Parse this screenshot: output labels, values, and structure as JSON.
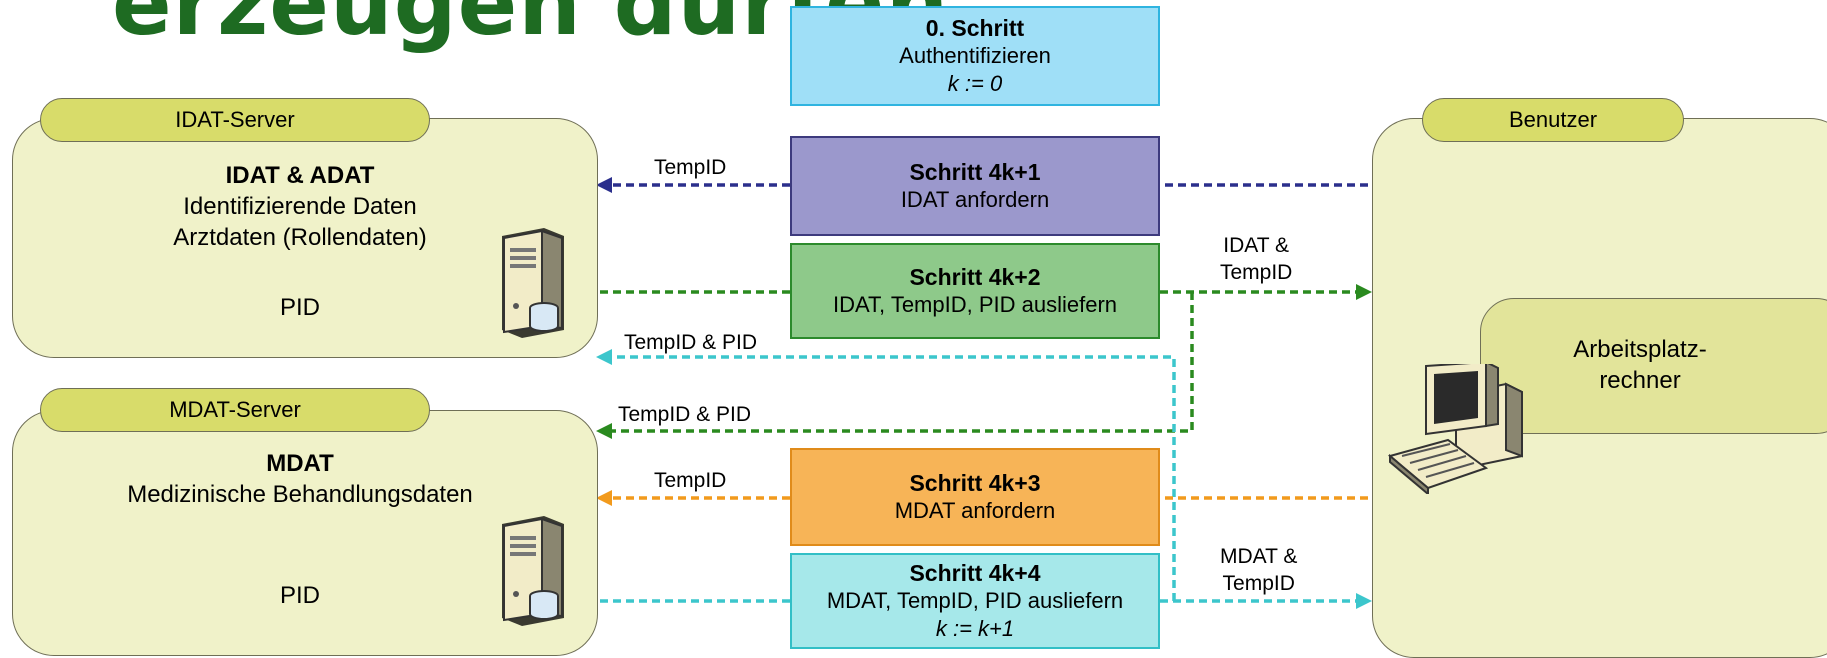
{
  "title": "erzeugen dürfen",
  "idat_server": {
    "tab": "IDAT-Server",
    "heading": "IDAT & ADAT",
    "line1": "Identifizierende Daten",
    "line2": "Arztdaten (Rollendaten)",
    "pid": "PID"
  },
  "mdat_server": {
    "tab": "MDAT-Server",
    "heading": "MDAT",
    "line1": "Medizinische Behandlungsdaten",
    "pid": "PID"
  },
  "user": {
    "tab": "Benutzer",
    "workstation": "Arbeitsplatz-\nrechner"
  },
  "steps": [
    {
      "title": "0. Schritt",
      "text": "Authentifizieren",
      "eq": "k := 0",
      "fill": "#9fdff7",
      "border": "#2fb4e0"
    },
    {
      "title": "Schritt 4k+1",
      "text": "IDAT anfordern",
      "fill": "#9b98cc",
      "border": "#3d3a7d"
    },
    {
      "title": "Schritt 4k+2",
      "text": "IDAT, TempID, PID ausliefern",
      "fill": "#8ec98a",
      "border": "#2c8a2c"
    },
    {
      "title": "Schritt 4k+3",
      "text": "MDAT anfordern",
      "fill": "#f7b457",
      "border": "#e08b1a"
    },
    {
      "title": "Schritt 4k+4",
      "text": "MDAT, TempID, PID ausliefern",
      "eq": "k := k+1",
      "fill": "#a6e8ea",
      "border": "#32bfc6"
    }
  ],
  "labels": {
    "tempid_1": "TempID",
    "idat_tempid": "IDAT &\nTempID",
    "tempid_pid_1": "TempID & PID",
    "tempid_pid_2": "TempID & PID",
    "tempid_2": "TempID",
    "mdat_tempid": "MDAT &\nTempID"
  },
  "colors": {
    "navy": "#2b2f8c",
    "green": "#2a8a1f",
    "teal": "#3cc6cc",
    "orange": "#f29a1c",
    "title": "#1e6b22"
  }
}
